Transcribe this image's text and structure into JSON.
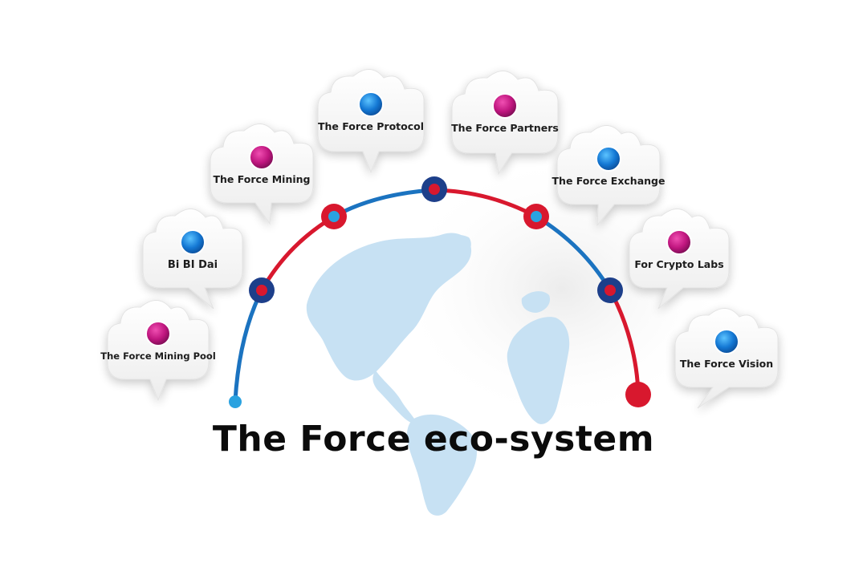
{
  "title": "The Force eco-system",
  "nodes": [
    {
      "label": "The Force Mining Pool",
      "dot": "magenta"
    },
    {
      "label": "Bi BI Dai",
      "dot": "blue"
    },
    {
      "label": "The Force Mining",
      "dot": "magenta"
    },
    {
      "label": "The Force Protocol",
      "dot": "blue"
    },
    {
      "label": "The Force Partners",
      "dot": "magenta"
    },
    {
      "label": "The Force Exchange",
      "dot": "blue"
    },
    {
      "label": "For Crypto Labs",
      "dot": "magenta"
    },
    {
      "label": "The Force Vision",
      "dot": "blue"
    }
  ],
  "colors": {
    "arc_blue": "#1b73c0",
    "arc_red": "#d8182e",
    "node_dark_blue": "#1d3f8a",
    "node_light_blue": "#2aa2e0",
    "globe": "#c7e1f3",
    "dot_blue": "#1f8fe0",
    "dot_magenta": "#c21688"
  }
}
